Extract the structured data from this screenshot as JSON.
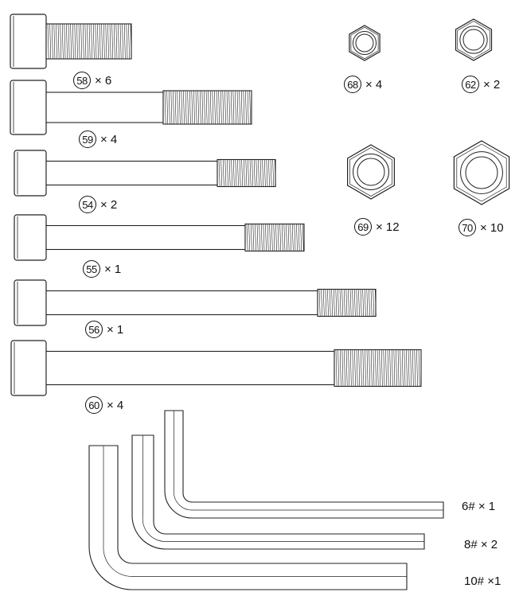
{
  "bolts": [
    {
      "number": "58",
      "quantity": "× 6"
    },
    {
      "number": "59",
      "quantity": "× 4"
    },
    {
      "number": "54",
      "quantity": "× 2"
    },
    {
      "number": "55",
      "quantity": "× 1"
    },
    {
      "number": "56",
      "quantity": "× 1"
    },
    {
      "number": "60",
      "quantity": "× 4"
    }
  ],
  "nuts": [
    {
      "number": "68",
      "quantity": "× 4"
    },
    {
      "number": "62",
      "quantity": "× 2"
    },
    {
      "number": "69",
      "quantity": "× 12"
    },
    {
      "number": "70",
      "quantity": "× 10"
    }
  ],
  "wrenches": [
    {
      "label": "6# × 1"
    },
    {
      "label": "8# × 2"
    },
    {
      "label": "10# ×1"
    }
  ]
}
